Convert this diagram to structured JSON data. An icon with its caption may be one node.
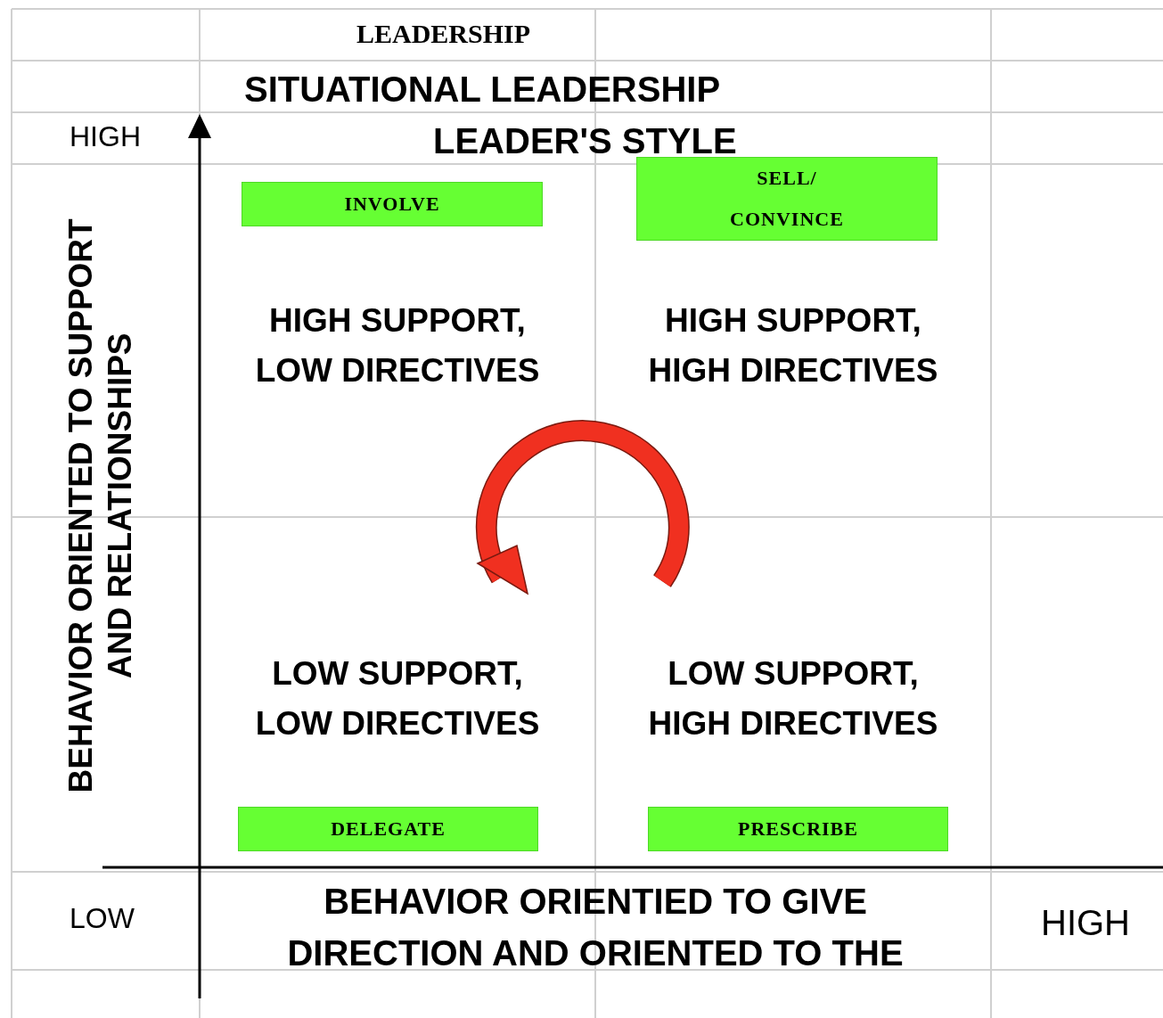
{
  "diagram": {
    "title": "SITUATIONAL LEADERSHIP",
    "nodes": [
      {
        "text": [
          "INVOLVE"
        ]
      },
      {
        "text": [
          "SELL/ CONVINCE"
        ]
      },
      {
        "text": [
          "DELEGATE"
        ]
      },
      {
        "text": [
          "PRESCRIBE"
        ]
      }
    ],
    "labels": [
      "LEADERSHIP",
      "HIGH",
      "LEADER'S STYLE",
      "BEHAVIOR ORIENTED TO SUPPORT AND RELATIONSHIPS",
      "HIGH SUPPORT, LOW DIRECTIVES",
      "HIGH SUPPORT, HIGH DIRECTIVES",
      "LOW SUPPORT, LOW DIRECTIVES",
      "LOW SUPPORT, HIGH DIRECTIVES",
      "LOW",
      "BEHAVIOR ORIENTIED TO GIVE DIRECTION AND ORIENTED TO THE",
      "HIGH"
    ]
  }
}
